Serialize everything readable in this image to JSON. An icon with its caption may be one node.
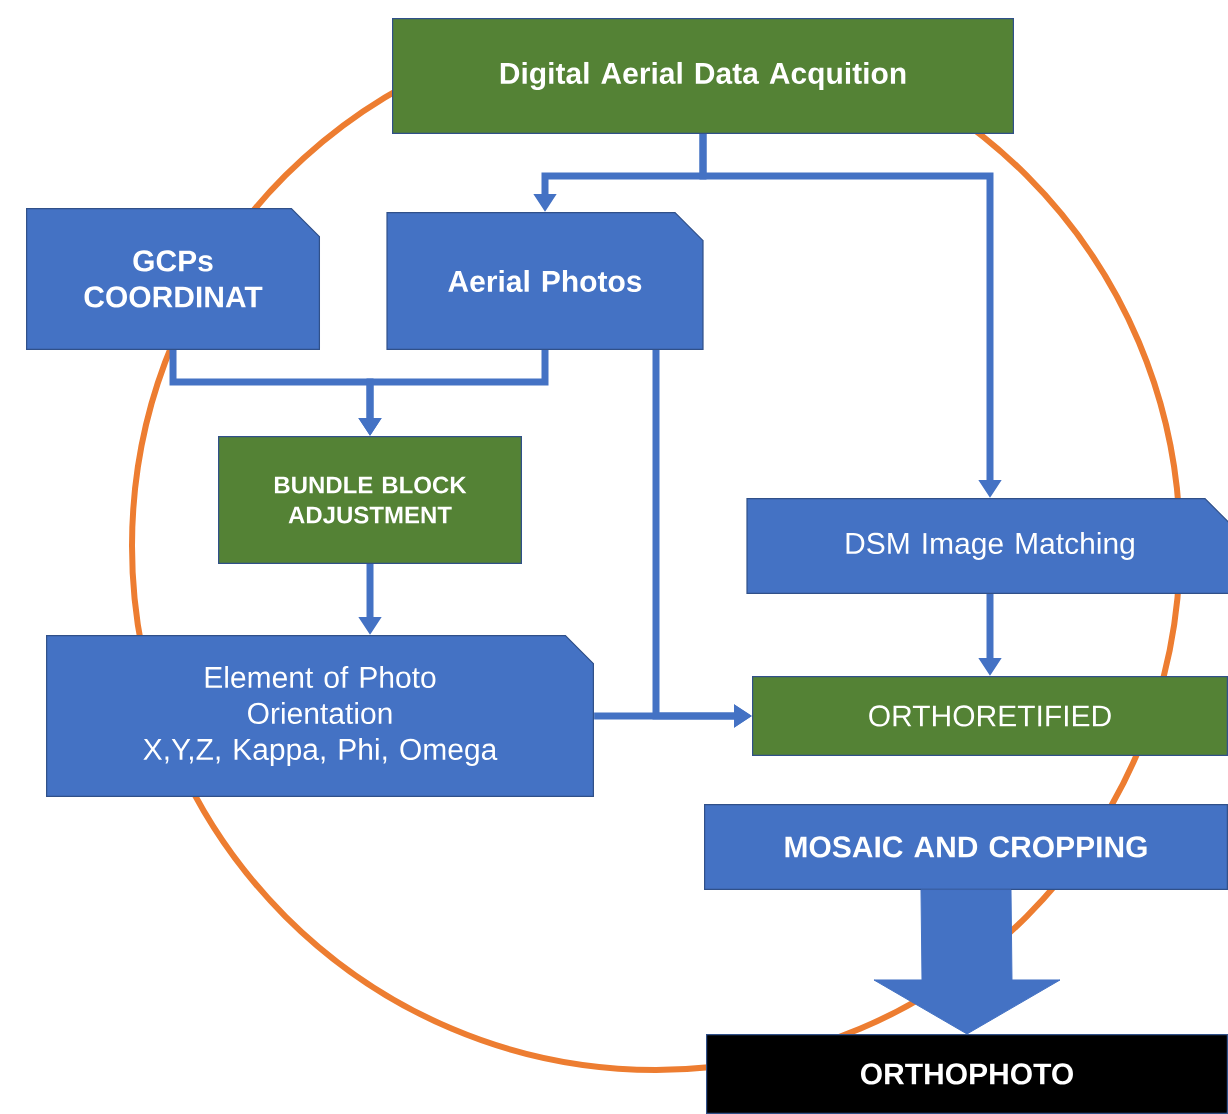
{
  "diagram": {
    "nodes": [
      {
        "text": [
          "Digital Aerial Data Acquition"
        ]
      },
      {
        "text": [
          "GCPs COORDINAT"
        ]
      },
      {
        "text": [
          "Aerial Photos"
        ]
      },
      {
        "text": [
          "BUNDLE BLOCK ADJUSTMENT"
        ]
      },
      {
        "text": [
          "DSM Image Matching"
        ]
      },
      {
        "text": [
          "Element of Photo Orientation",
          "X,Y,Z, Kappa, Phi, Omega"
        ]
      },
      {
        "text": [
          "ORTHORETIFIED"
        ]
      },
      {
        "text": [
          "MOSAIC AND CROPPING"
        ]
      },
      {
        "text": [
          "ORTHOPHOTO"
        ]
      }
    ],
    "edges": [
      {
        "from": 0,
        "to": 2,
        "arrow": "to"
      },
      {
        "from": 0,
        "to": 4,
        "arrow": "to"
      },
      {
        "from": 1,
        "to": 3,
        "arrow": "to"
      },
      {
        "from": 2,
        "to": 3,
        "arrow": "to"
      },
      {
        "from": 3,
        "to": 5,
        "arrow": "to"
      },
      {
        "from": 2,
        "to": 6,
        "arrow": "to"
      },
      {
        "from": 5,
        "to": 6,
        "arrow": "to"
      },
      {
        "from": 4,
        "to": 6,
        "arrow": "to"
      },
      {
        "from": 7,
        "to": 8,
        "arrow": "to",
        "style": "thick"
      }
    ]
  }
}
